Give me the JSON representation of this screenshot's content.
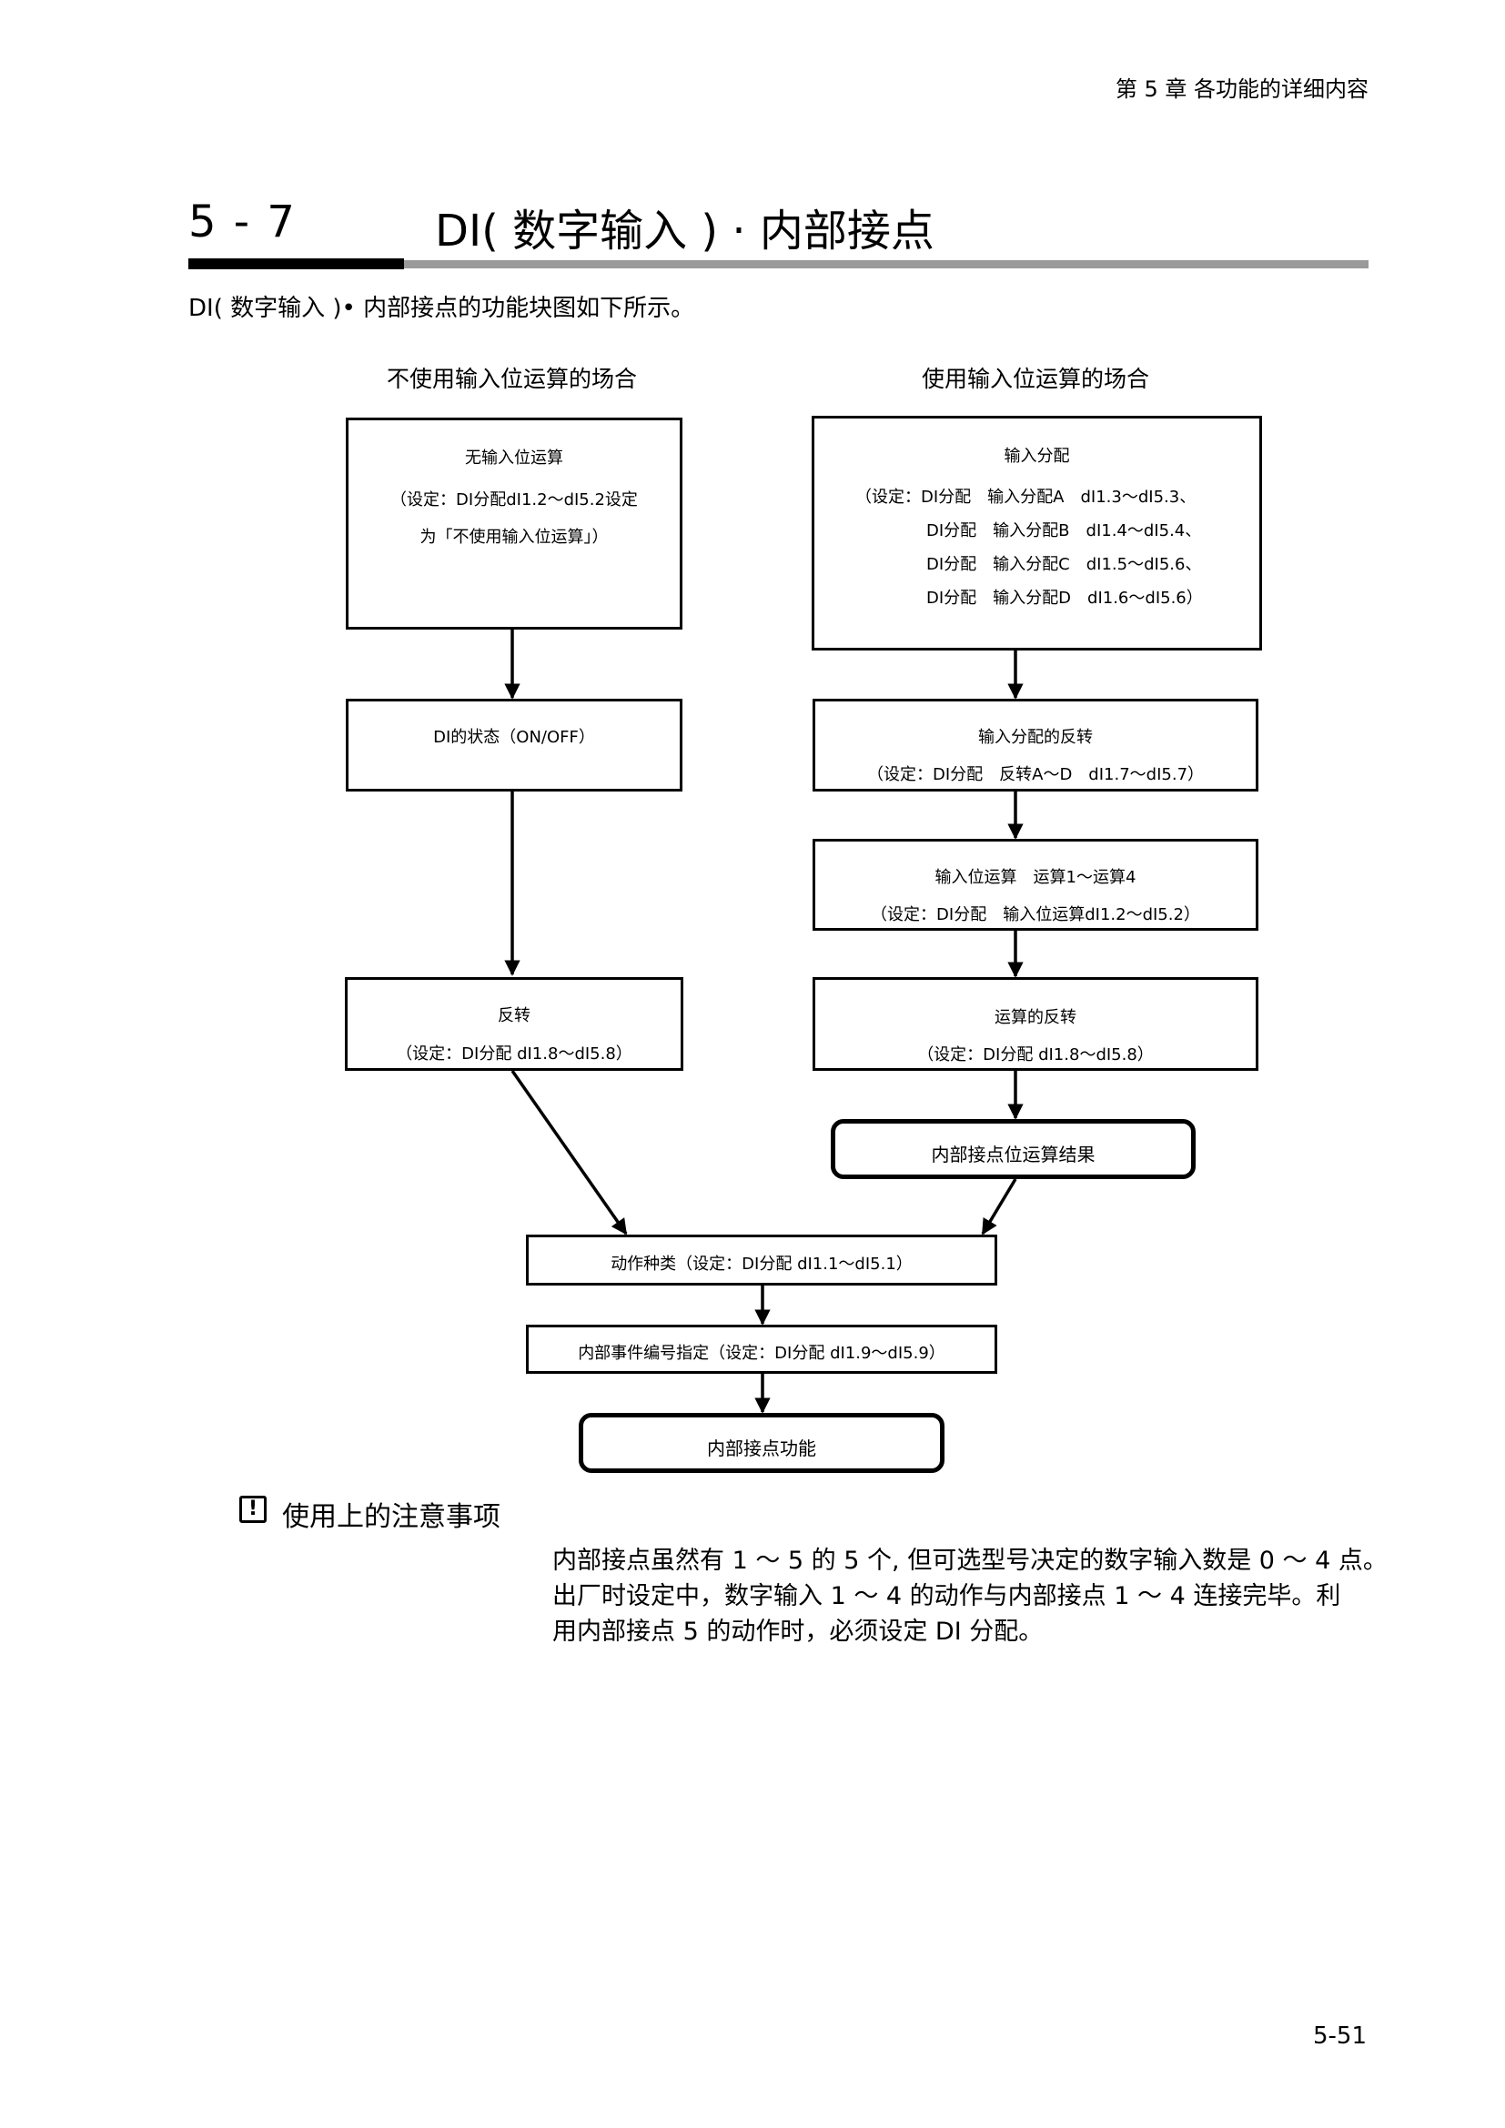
{
  "header": {
    "chapter": "第 5 章 各功能的详细内容"
  },
  "section": {
    "number": "5 - 7",
    "title": "DI( 数字输入 ) · 内部接点"
  },
  "intro": "DI( 数字输入 )• 内部接点的功能块图如下所示。",
  "diagram": {
    "left_heading": "不使用输入位运算的场合",
    "right_heading": "使用输入位运算的场合",
    "left": {
      "box1": {
        "title": "无输入位运算",
        "line1": "（设定：DI分配dI1.2～dI5.2设定",
        "line2": "为「不使用输入位运算」）"
      },
      "box2": {
        "title": "DI的状态（ON/OFF）"
      },
      "box3": {
        "title": "反转",
        "line1": "（设定：DI分配 dI1.8～dI5.8）"
      }
    },
    "right": {
      "box1": {
        "title": "输入分配",
        "lines": [
          "（设定：DI分配　输入分配A　dI1.3～dI5.3、",
          "DI分配　输入分配B　dI1.4～dI5.4、",
          "DI分配　输入分配C　dI1.5～dI5.6、",
          "DI分配　输入分配D　dI1.6～dI5.6）"
        ]
      },
      "box2": {
        "title": "输入分配的反转",
        "line1": "（设定：DI分配　反转A～D　dI1.7～dI5.7）"
      },
      "box3": {
        "title": "输入位运算　运算1～运算4",
        "line1": "（设定：DI分配　输入位运算dI1.2～dI5.2）"
      },
      "box4": {
        "title": "运算的反转",
        "line1": "（设定：DI分配 dI1.8～dI5.8）"
      },
      "box5": {
        "title": "内部接点位运算结果"
      }
    },
    "bottom": {
      "box1": "动作种类（设定：DI分配 dI1.1～dI5.1）",
      "box2": "内部事件编号指定（设定：DI分配 dI1.9～dI5.9）",
      "box3": "内部接点功能"
    }
  },
  "note": {
    "icon": "exclamation-icon",
    "icon_glyph": "!",
    "title": "使用上的注意事项",
    "lines": [
      "内部接点虽然有 1 ～ 5 的 5 个, 但可选型号决定的数字输入数是 0 ～ 4 点。",
      "出厂时设定中，数字输入 1 ～ 4 的动作与内部接点 1 ～ 4 连接完毕。利",
      "用内部接点 5 的动作时，必须设定 DI 分配。"
    ]
  },
  "footer": {
    "page_number": "5-51"
  }
}
